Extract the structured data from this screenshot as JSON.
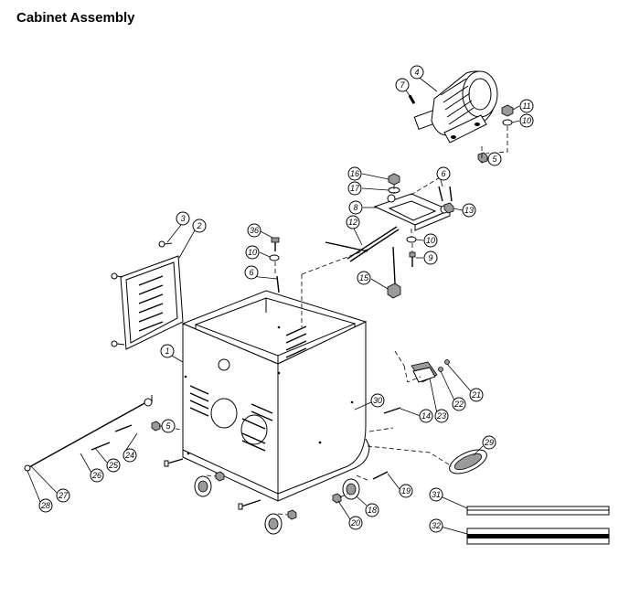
{
  "title": "Cabinet Assembly",
  "callouts": [
    {
      "id": "1",
      "label": "1"
    },
    {
      "id": "2",
      "label": "2"
    },
    {
      "id": "3",
      "label": "3"
    },
    {
      "id": "4",
      "label": "4"
    },
    {
      "id": "5a",
      "label": "5"
    },
    {
      "id": "5b",
      "label": "5"
    },
    {
      "id": "6a",
      "label": "6"
    },
    {
      "id": "6b",
      "label": "6"
    },
    {
      "id": "7",
      "label": "7"
    },
    {
      "id": "8",
      "label": "8"
    },
    {
      "id": "9",
      "label": "9"
    },
    {
      "id": "10a",
      "label": "10"
    },
    {
      "id": "10b",
      "label": "10"
    },
    {
      "id": "10c",
      "label": "10"
    },
    {
      "id": "11",
      "label": "11"
    },
    {
      "id": "12",
      "label": "12"
    },
    {
      "id": "13",
      "label": "13"
    },
    {
      "id": "14",
      "label": "14"
    },
    {
      "id": "15",
      "label": "15"
    },
    {
      "id": "16",
      "label": "16"
    },
    {
      "id": "17",
      "label": "17"
    },
    {
      "id": "18",
      "label": "18"
    },
    {
      "id": "19",
      "label": "19"
    },
    {
      "id": "20",
      "label": "20"
    },
    {
      "id": "21",
      "label": "21"
    },
    {
      "id": "22",
      "label": "22"
    },
    {
      "id": "23",
      "label": "23"
    },
    {
      "id": "24",
      "label": "24"
    },
    {
      "id": "25",
      "label": "25"
    },
    {
      "id": "26",
      "label": "26"
    },
    {
      "id": "27",
      "label": "27"
    },
    {
      "id": "28",
      "label": "28"
    },
    {
      "id": "29",
      "label": "29"
    },
    {
      "id": "30",
      "label": "30"
    },
    {
      "id": "31",
      "label": "31"
    },
    {
      "id": "32",
      "label": "32"
    },
    {
      "id": "36",
      "label": "36"
    }
  ]
}
